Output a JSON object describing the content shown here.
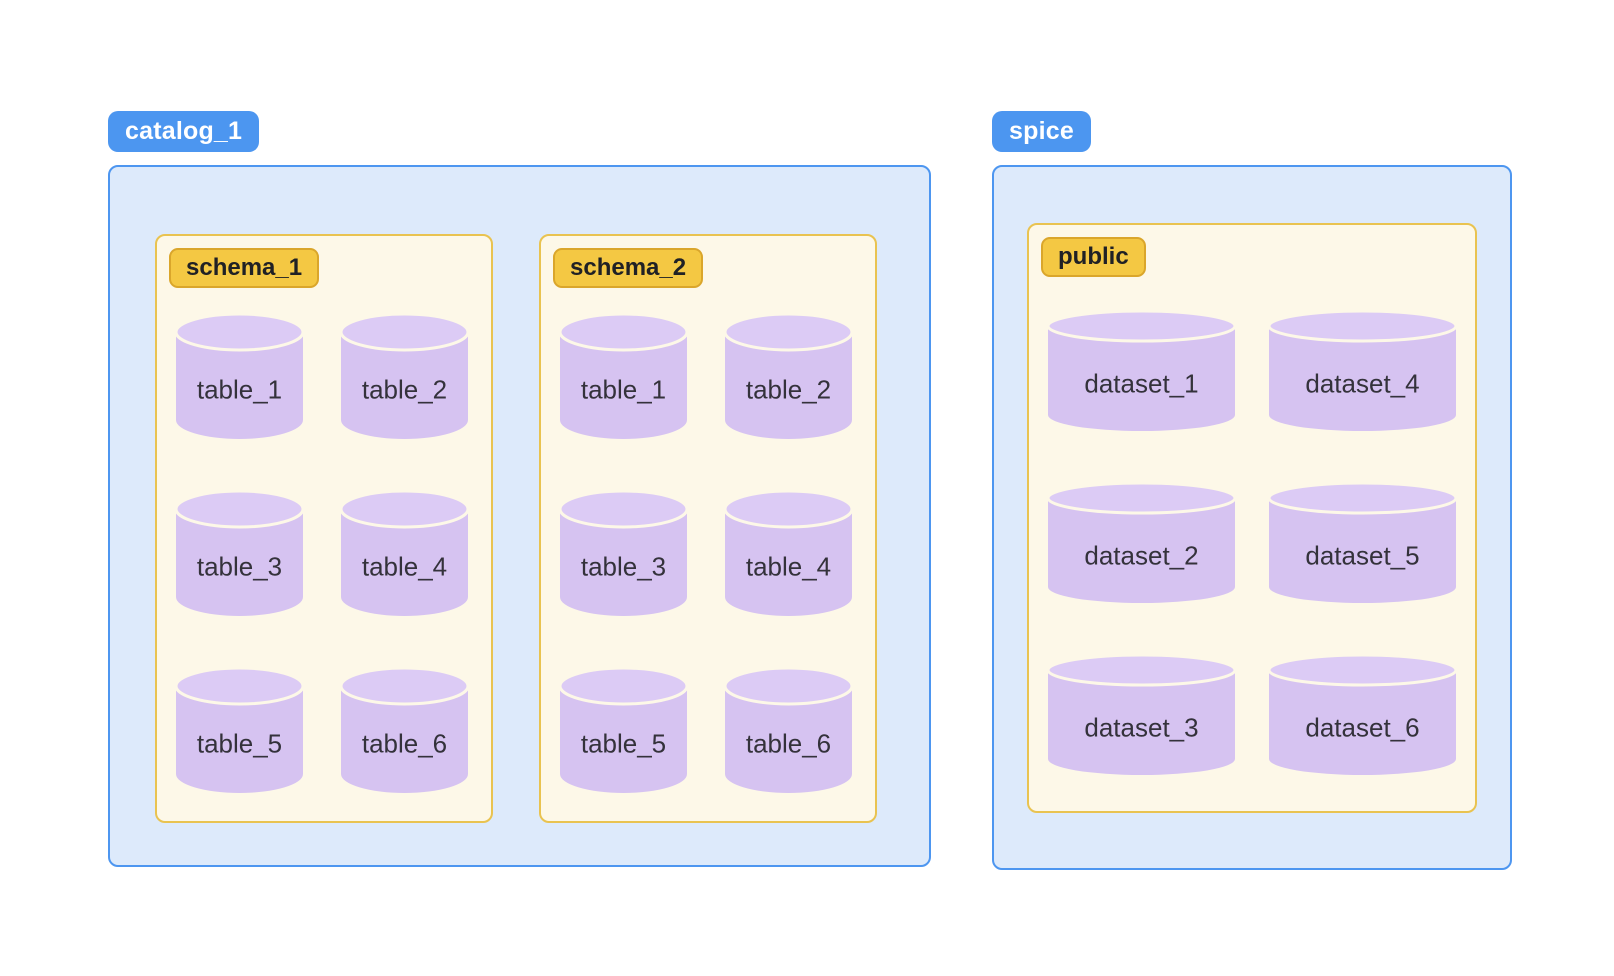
{
  "colors": {
    "page_bg": "#ffffff",
    "blue_badge_bg": "#4C96F0",
    "blue_badge_text": "#ffffff",
    "container_bg": "#DDEAFB",
    "container_border": "#4D96F0",
    "group_bg": "#FDF8E8",
    "group_border": "#E9C350",
    "yellow_badge_bg": "#F4C843",
    "yellow_badge_border": "#DAA62B",
    "yellow_badge_text": "#202125",
    "cylinder_body": "#D6C3F1",
    "cylinder_top": "#DCCBF5",
    "cylinder_label_text": "#34323B"
  },
  "containers": [
    {
      "badge": "catalog_1",
      "groups": [
        {
          "badge": "schema_1",
          "item_type": "table",
          "items": [
            "table_1",
            "table_2",
            "table_3",
            "table_4",
            "table_5",
            "table_6"
          ]
        },
        {
          "badge": "schema_2",
          "item_type": "table",
          "items": [
            "table_1",
            "table_2",
            "table_3",
            "table_4",
            "table_5",
            "table_6"
          ]
        }
      ]
    },
    {
      "badge": "spice",
      "groups": [
        {
          "badge": "public",
          "item_type": "dataset",
          "items": [
            "dataset_1",
            "dataset_4",
            "dataset_2",
            "dataset_5",
            "dataset_3",
            "dataset_6"
          ]
        }
      ]
    }
  ]
}
